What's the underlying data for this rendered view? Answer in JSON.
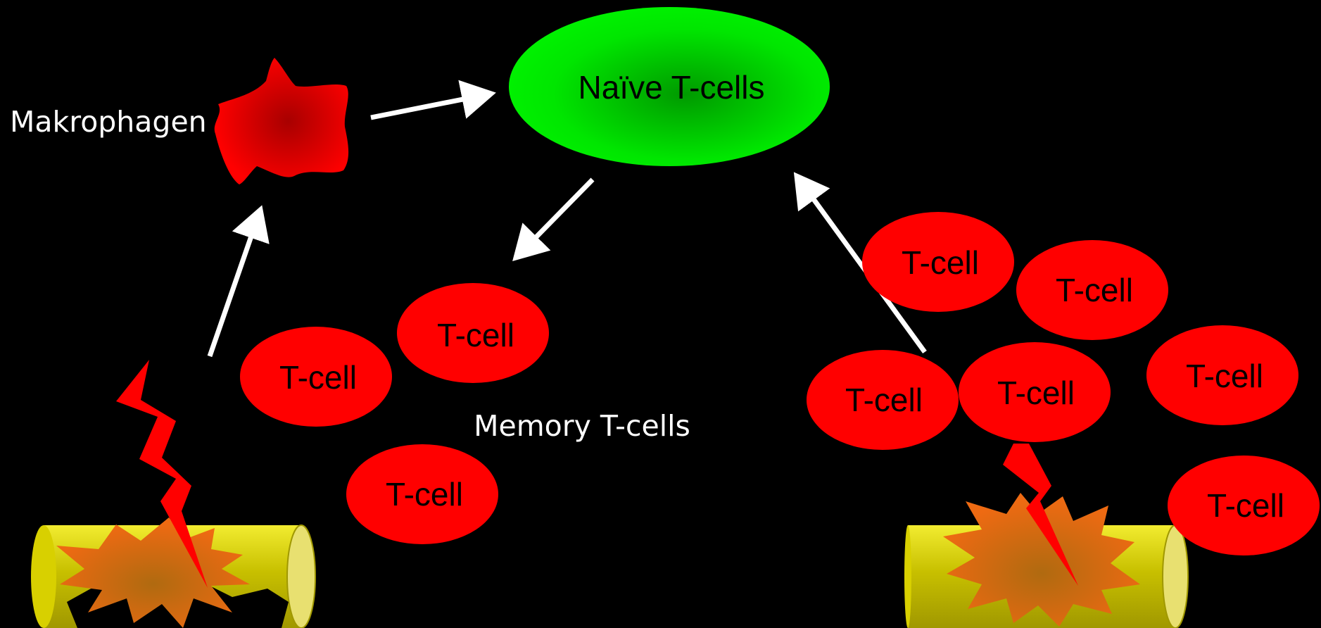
{
  "diagram": {
    "macrophage_label": "Makrophagen",
    "naive_label": "Naïve T-cells",
    "memory_label": "Memory T-cells",
    "tcell_label": "T-cell",
    "colors": {
      "background": "#000000",
      "tcell": "#ff0000",
      "naive": "#00ee00",
      "naive_center": "#009900",
      "macrophage": "#ee0000",
      "macrophage_center": "#aa0000",
      "vessel": "#d4cc00",
      "burst": "#ee6a10",
      "arrow": "#ffffff",
      "text_white": "#ffffff",
      "text_black": "#000000"
    }
  }
}
